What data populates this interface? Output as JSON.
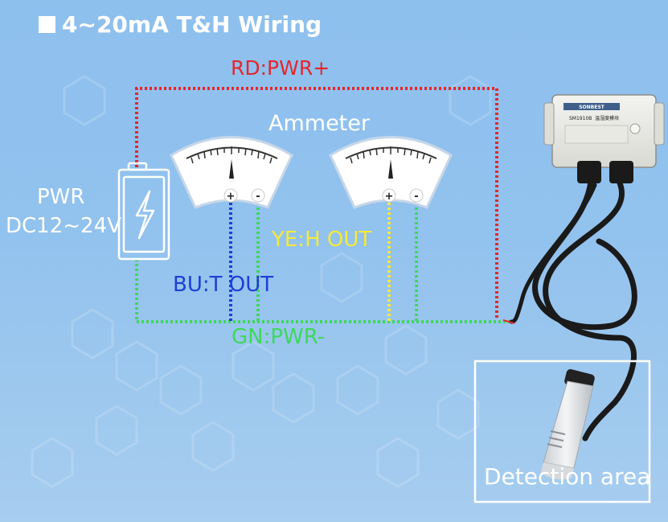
{
  "title": "4~20mA T&H Wiring",
  "wires": {
    "red": "RD:PWR+",
    "yellow": "YE:H OUT",
    "blue": "BU:T OUT",
    "green": "GN:PWR-"
  },
  "ammeter_label": "Ammeter",
  "power": {
    "label": "PWR",
    "voltage": "DC12~24V"
  },
  "meter_terminals": [
    "+",
    "-"
  ],
  "device_text": {
    "brand": "SONBEST",
    "model": "SM1910B",
    "chinese_title": "温湿度模块"
  },
  "detection_area": "Detection area",
  "colors": {
    "red": "#e5262b",
    "yellow": "#f5ea3a",
    "blue": "#1d3fd6",
    "green": "#3ed85a",
    "background": "#90c1ee"
  }
}
